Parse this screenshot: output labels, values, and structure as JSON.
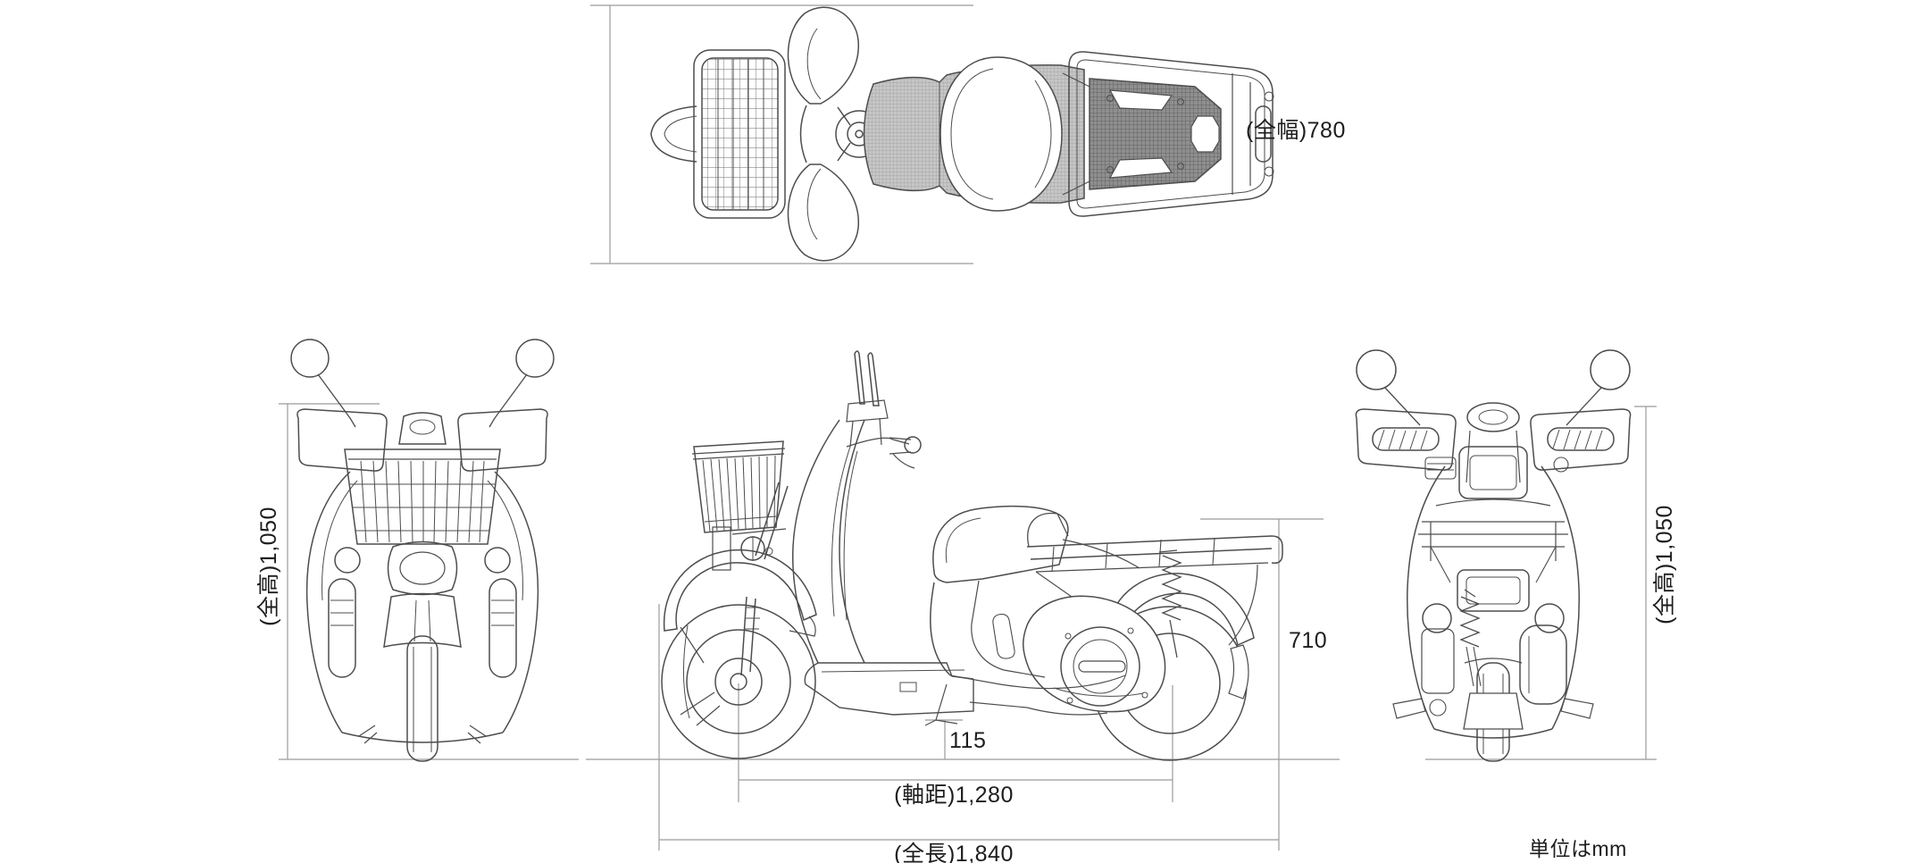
{
  "page": {
    "background": "#ffffff",
    "line_color": "#4d4d4d",
    "dim_line_color": "#9b9b9b",
    "text_color": "#1d1d1d"
  },
  "labels": {
    "overall_width": "(全幅)780",
    "overall_height_left": "(全高)1,050",
    "overall_height_right": "(全高)1,050",
    "ground_clearance": "115",
    "wheelbase": "(軸距)1,280",
    "overall_length": "(全長)1,840",
    "rear_deck_height": "710",
    "units_note": "単位はmm"
  },
  "dimensions_mm": {
    "overall_width": 780,
    "overall_height": 1050,
    "ground_clearance": 115,
    "wheelbase": 1280,
    "overall_length": 1840,
    "rear_deck_height": 710
  }
}
